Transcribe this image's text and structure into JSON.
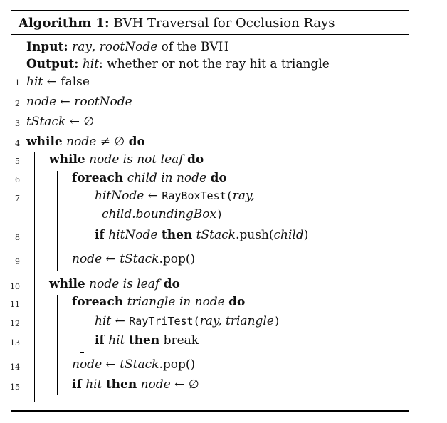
{
  "algorithm": {
    "label": "Algorithm 1:",
    "title": "BVH Traversal for Occlusion Rays",
    "input": {
      "kw": "Input:",
      "ray": "ray",
      "comma": ",",
      "root": "rootNode",
      "rest": "of the BVH"
    },
    "output": {
      "kw": "Output:",
      "hit": "hit",
      "rest": ": whether or not the ray hit a triangle"
    },
    "arrow": "←",
    "empty": "∅",
    "neq": "≠",
    "lines": {
      "l1": {
        "num": "1",
        "a": "hit",
        "b": "false"
      },
      "l2": {
        "num": "2",
        "a": "node",
        "b": "rootNode"
      },
      "l3": {
        "num": "3",
        "a": "tStack"
      },
      "l4": {
        "num": "4",
        "kw1": "while",
        "a": "node",
        "kw2": "do"
      },
      "l5": {
        "num": "5",
        "kw1": "while",
        "a": "node is not leaf",
        "kw2": "do"
      },
      "l6": {
        "num": "6",
        "kw1": "foreach",
        "a": "child in node",
        "kw2": "do"
      },
      "l7": {
        "num": "7",
        "a": "hitNode",
        "fn": "RayBoxTest",
        "args": "ray,"
      },
      "l7b": {
        "a": "child.boundingBox",
        "close": ")"
      },
      "l8": {
        "num": "8",
        "kw1": "if",
        "a": "hitNode",
        "kw2": "then",
        "b": "tStack",
        "m": ".push(",
        "c": "child",
        "close": ")"
      },
      "l9": {
        "num": "9",
        "a": "node",
        "b": "tStack",
        "m": ".pop()"
      },
      "l10": {
        "num": "10",
        "kw1": "while",
        "a": "node is leaf",
        "kw2": "do"
      },
      "l11": {
        "num": "11",
        "kw1": "foreach",
        "a": "triangle in node",
        "kw2": "do"
      },
      "l12": {
        "num": "12",
        "a": "hit",
        "fn": "RayTriTest",
        "args": "ray, triangle",
        "close": ")"
      },
      "l13": {
        "num": "13",
        "kw1": "if",
        "a": "hit",
        "kw2": "then",
        "b": "break"
      },
      "l14": {
        "num": "14",
        "a": "node",
        "b": "tStack",
        "m": ".pop()"
      },
      "l15": {
        "num": "15",
        "kw1": "if",
        "a": "hit",
        "kw2": "then",
        "b": "node"
      }
    }
  }
}
